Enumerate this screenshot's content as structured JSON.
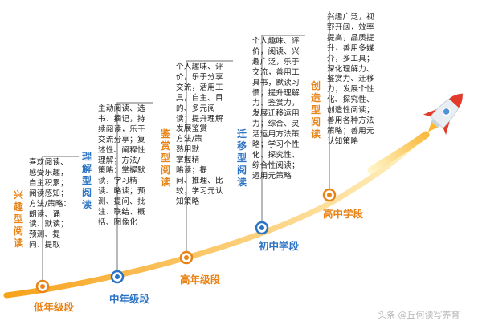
{
  "stages": [
    {
      "id": "low",
      "stage_label": "低年级段",
      "title": "兴趣型阅读",
      "title_color": "#e88316",
      "text": "喜欢阅读、\n感受乐趣，\n自主积累；\n阅读感知；\n方法/策略：\n朗读、诵\n读、默读；\n预测、提\n问、提取"
    },
    {
      "id": "mid",
      "stage_label": "中年级段",
      "title": "理解型阅读",
      "title_color": "#2b73c4",
      "text": "主动阅读、选\n书、摘记，持\n续阅读，乐于\n交流分享；复\n述性、阐释性\n理解；方法/\n策略：掌握默\n读，学习精\n读、略读；预\n测、提问、批\n注、联结、概\n括、图像化"
    },
    {
      "id": "high",
      "stage_label": "高年级段",
      "title": "鉴赏型阅读",
      "title_color": "#e88316",
      "text": "个人趣味、评\n价，乐于分享\n交流，活用工\n具，自主、目\n的、多元阅\n读；提升理解\n发展鉴赏\n方法/策\n熟用默\n掌握精\n略读；提\n问、推理、比\n较；学习元认\n知策略"
    },
    {
      "id": "junior",
      "stage_label": "初中学段",
      "title": "迁移型阅读",
      "title_color": "#2b73c4",
      "text": "个人趣味、评\n价，阅读、兴\n趣广泛，乐于\n交流，善用工\n具书，默读习\n惯；提升理解\n力、鉴赏力，\n发展迁移运用\n力；综合、灵\n活运用方法策\n略；学习个性\n化、探究性、\n综合性阅读；\n运用元策略"
    },
    {
      "id": "senior",
      "stage_label": "高中学段",
      "title": "创造型阅读",
      "title_color": "#e88316",
      "text": "兴趣广泛，视\n野开阔，效率\n提高，品质提\n升，善用多媒\n介，多工具；\n深化理解力、\n鉴赏力、迁移\n力；发展个性\n化、探究性、\n创造性阅读；\n善用各种方法\n策略；善用元\n认知策略"
    }
  ],
  "watermark": "头条 @丘何读写养育",
  "colors": {
    "orange": "#e88316",
    "blue": "#2b73c4",
    "connector": "#8a8a8a",
    "rocket_body": "#e8eef2",
    "rocket_red": "#e23b2a"
  }
}
